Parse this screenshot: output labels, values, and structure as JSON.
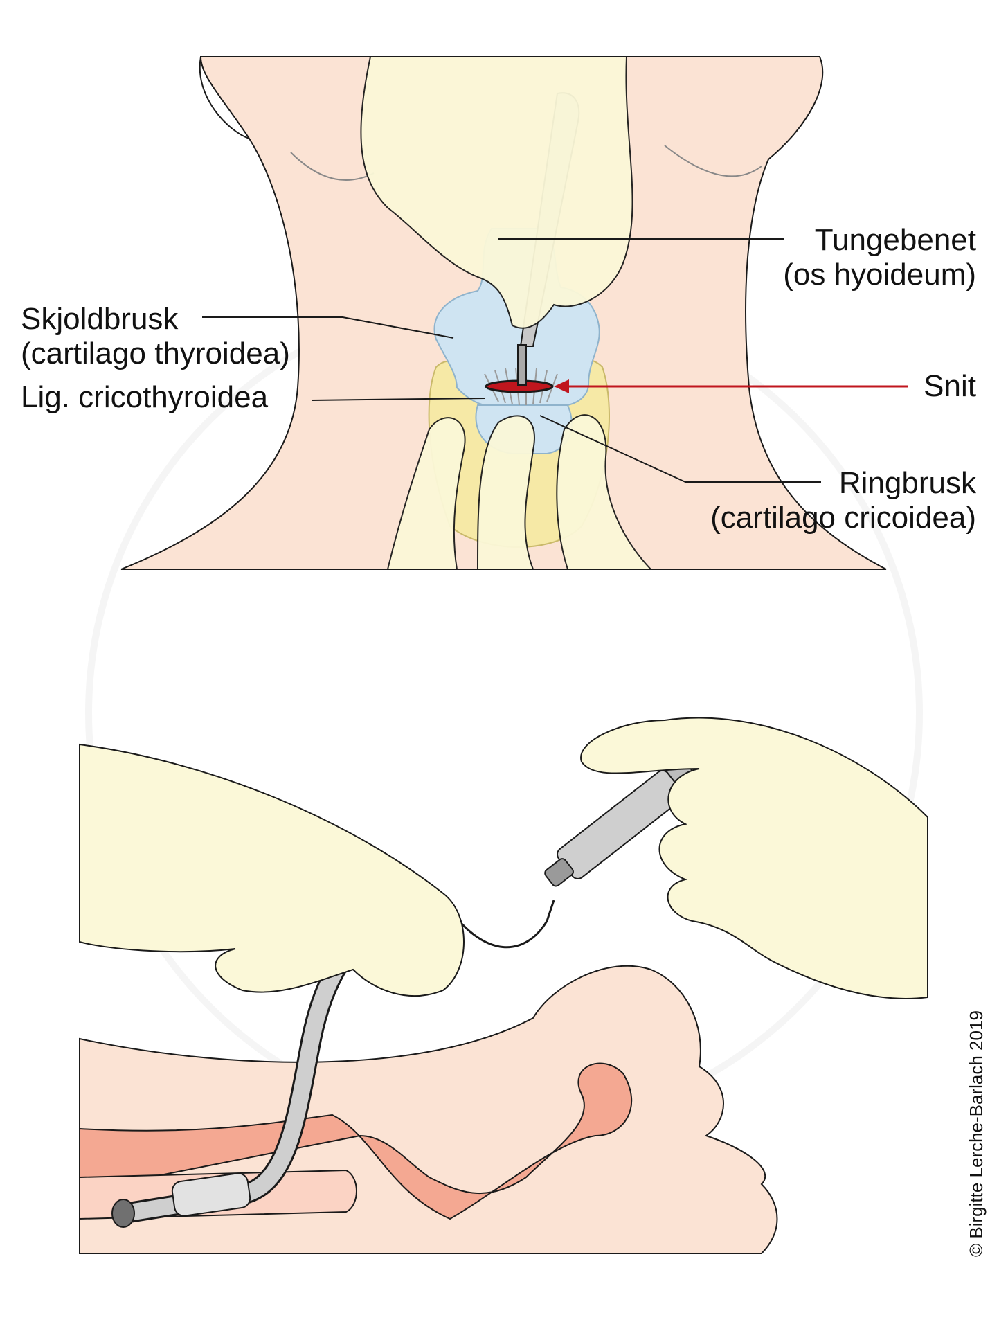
{
  "labels": {
    "tungebenet": "Tungebenet",
    "os_hyoideum": "(os hyoideum)",
    "skjoldbrusk": "Skjoldbrusk",
    "cartilago_thyroidea": "(cartilago thyroidea)",
    "snit": "Snit",
    "lig_cricothyroidea": "Lig. cricothyroidea",
    "ringbrusk": "Ringbrusk",
    "cartilago_cricoidea": "(cartilago cricoidea)"
  },
  "copyright": "© Birgitte Lerche-Barlach 2019",
  "colors": {
    "skin": "#fbe3d4",
    "glove": "#fbf8d8",
    "bone": "#cfe4f2",
    "cartilage_yellow": "#f6e9a6",
    "instrument": "#c8c8c8",
    "incision": "#c0161e",
    "arrow": "#c0161e",
    "airway": "#f4a892",
    "line": "#1a1a1a"
  }
}
